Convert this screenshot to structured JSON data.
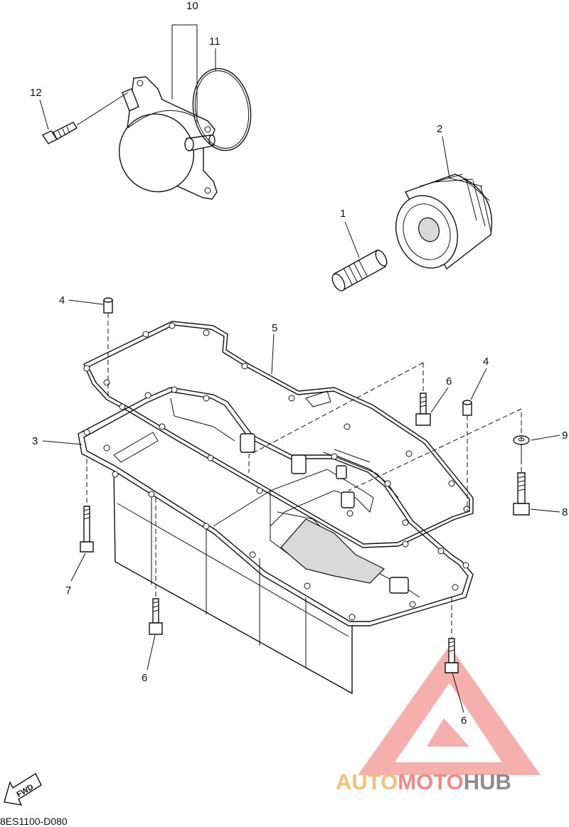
{
  "diagram": {
    "callouts": [
      {
        "id": "c10",
        "label": "10"
      },
      {
        "id": "c11",
        "label": "11"
      },
      {
        "id": "c12",
        "label": "12"
      },
      {
        "id": "c2",
        "label": "2"
      },
      {
        "id": "c1",
        "label": "1"
      },
      {
        "id": "c4a",
        "label": "4"
      },
      {
        "id": "c5",
        "label": "5"
      },
      {
        "id": "c6a",
        "label": "6"
      },
      {
        "id": "c4b",
        "label": "4"
      },
      {
        "id": "c3",
        "label": "3"
      },
      {
        "id": "c9",
        "label": "9"
      },
      {
        "id": "c8",
        "label": "8"
      },
      {
        "id": "c7",
        "label": "7"
      },
      {
        "id": "c6b",
        "label": "6"
      },
      {
        "id": "c6c",
        "label": "6"
      }
    ],
    "fwd_label": "FWD",
    "reference_code": "8ES1100-D080"
  },
  "watermark": {
    "part1": "AUTO",
    "part2": "MOTO",
    "part3": "HUB",
    "colors": {
      "auto": "#f6c07c",
      "moto": "#f28b88",
      "hub": "#8c8c8c",
      "triangle": "#f4a3a0"
    }
  }
}
